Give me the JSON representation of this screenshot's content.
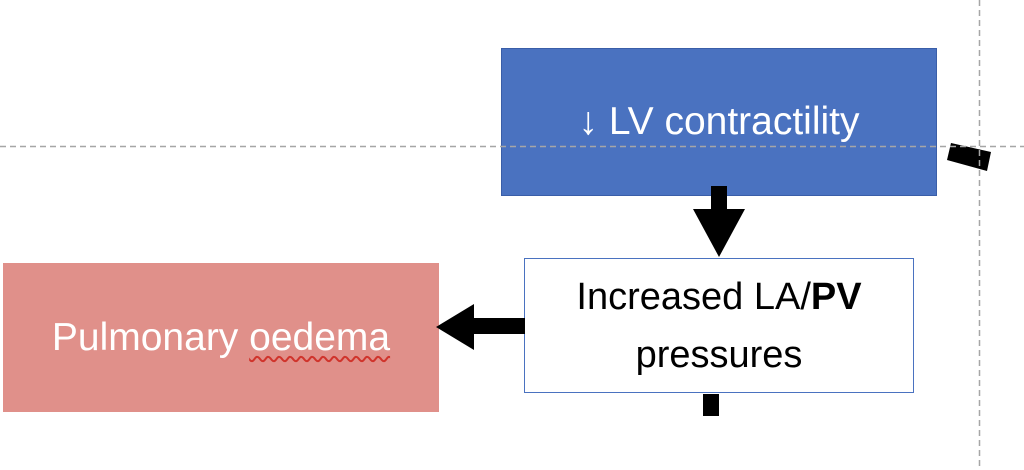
{
  "diagram": {
    "nodes": {
      "lv": {
        "arrow_glyph": "↓",
        "label": "LV contractility"
      },
      "la": {
        "line1": "Increased LA/",
        "line1_bold": "PV",
        "line2": "pressures"
      },
      "po": {
        "word1": "Pulmonary",
        "word2": "oedema"
      }
    },
    "colors": {
      "lv_fill": "#4a72c0",
      "la_border": "#4a72c0",
      "po_fill": "#e0908a",
      "arrow": "#000000",
      "guide": "#a6a6a6",
      "spellcheck": "#d0342c"
    }
  }
}
